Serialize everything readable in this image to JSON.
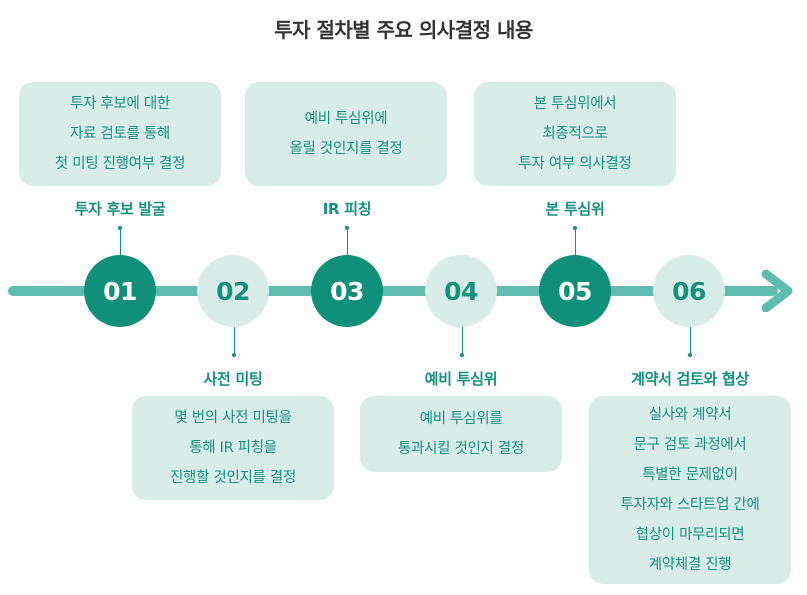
{
  "title": "투자 절차별 주요 의사결정 내용",
  "steps": [
    {
      "number": "01",
      "label": "투자 후보 발굴",
      "lines": [
        "투자 후보에 대한",
        "자료 검토를 통해",
        "첫 미팅 진행여부 결정"
      ],
      "style": "dark"
    },
    {
      "number": "02",
      "label": "사전 미팅",
      "lines": [
        "몇 번의 사전 미팅을",
        "통해 IR 피칭을",
        "진행할 것인지를 결정"
      ],
      "style": "light"
    },
    {
      "number": "03",
      "label": "IR 피칭",
      "lines": [
        "예비 투심위에",
        "올릴 것인지를 결정"
      ],
      "style": "dark"
    },
    {
      "number": "04",
      "label": "예비 투심위",
      "lines": [
        "예비 투심위를",
        "통과시킬 것인지 결정"
      ],
      "style": "light"
    },
    {
      "number": "05",
      "label": "본 투심위",
      "lines": [
        "본 투심위에서",
        "최종적으로",
        "투자 여부 의사결정"
      ],
      "style": "dark"
    },
    {
      "number": "06",
      "label": "계약서 검토와 협상",
      "lines": [
        "실사와 계약서",
        "문구 검토 과정에서",
        "특별한 문제없이",
        "투자자와 스타트업 간에",
        "협상이 마무리되면",
        "계약체결 진행"
      ],
      "style": "light"
    }
  ],
  "colors": {
    "primary": "#119079",
    "light": "#d8ece8",
    "bar": "#5fbcae",
    "text": "#15917d"
  },
  "icons": {
    "arrow": "arrow-right-icon"
  }
}
